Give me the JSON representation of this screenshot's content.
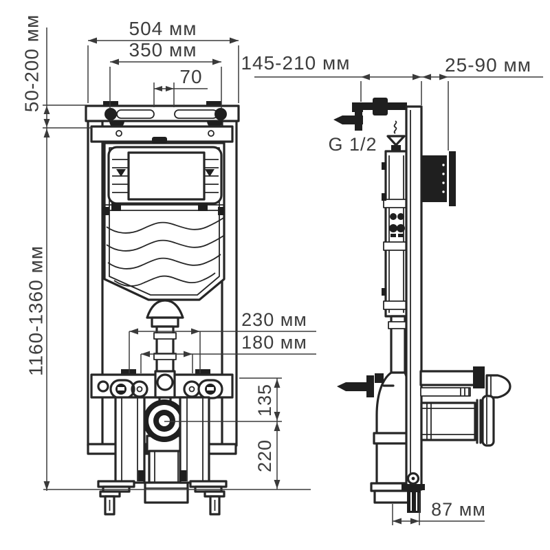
{
  "diagram": {
    "dimensions": {
      "frame_width": "504 мм",
      "hanger_bolt_spacing": "350 мм",
      "hanger_slot_width": "70",
      "top_bracket_range": "50-200 мм",
      "frame_height_range": "1160-1360 мм",
      "water_supply_offset_range": "145-210 мм",
      "wall_finish_range": "25-90 мм",
      "water_connection_thread": "G 1/2",
      "fixing_outer_spacing": "230 мм",
      "fixing_stud_spacing": "180 мм",
      "outlet_center_drop": "135",
      "outlet_center_height": "220",
      "drain_wall_offset": "87 мм"
    }
  }
}
